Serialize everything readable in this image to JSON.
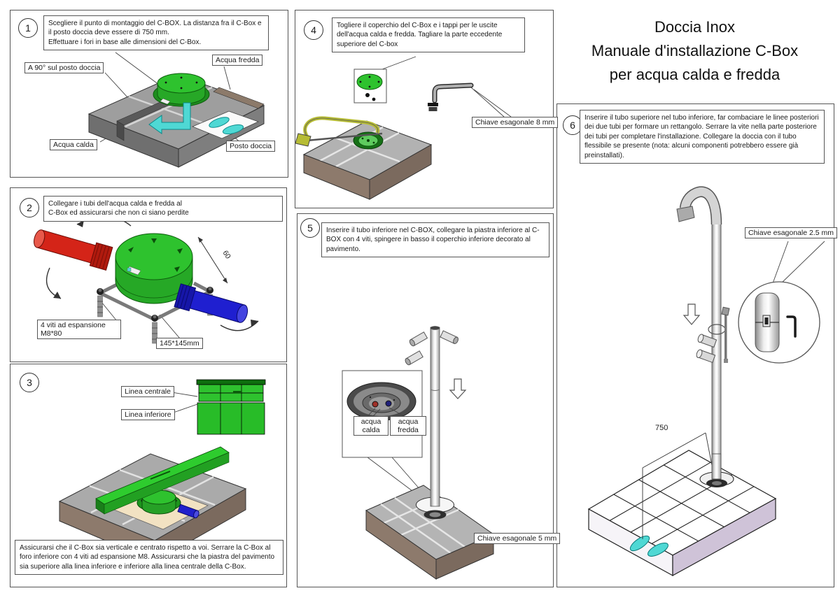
{
  "title": {
    "line1": "Doccia Inox",
    "line2": "Manuale d'installazione C-Box",
    "line3": "per acqua calda e fredda"
  },
  "steps": {
    "step1": {
      "num": "1",
      "text": "Scegliere il punto di montaggio del C-BOX. La distanza fra il C-Box e il posto doccia deve essere di 750 mm.\nEffettuare i fori in base alle dimensioni del C-Box.",
      "label_angle": "A 90° sul posto doccia",
      "label_cold": "Acqua fredda",
      "label_hot": "Acqua calda",
      "label_place": "Posto doccia"
    },
    "step2": {
      "num": "2",
      "text": "Collegare i tubi dell'acqua calda e fredda al\nC-Box ed assicurarsi che non ci siano perdite",
      "label_screws": "4 viti ad espansione\nM8*80",
      "label_size": "145*145mm",
      "dim_60": "60"
    },
    "step3": {
      "num": "3",
      "label_central": "Linea centrale",
      "label_lower": "Linea inferiore",
      "text": "Assicurarsi che il C-Box sia verticale e centrato rispetto a voi. Serrare la C-Box al foro inferiore con 4 viti ad espansione M8. Assicurarsi che la piastra del pavimento sia superiore alla linea inferiore e inferiore alla linea centrale della C-Box."
    },
    "step4": {
      "num": "4",
      "text": "Togliere il coperchio del C-Box e i tappi per le uscite\ndell'acqua calda e fredda. Tagliare la parte eccedente\nsuperiore del C-box",
      "label_key": "Chiave esagonale 8 mm"
    },
    "step5": {
      "num": "5",
      "text": "Inserire il tubo inferiore nel C-BOX, collegare la piastra inferiore al C-BOX con 4 viti, spingere in basso il coperchio inferiore decorato al pavimento.",
      "label_hot": "acqua\ncalda",
      "label_cold": "acqua\nfredda",
      "label_key": "Chiave esagonale 5 mm"
    },
    "step6": {
      "num": "6",
      "text": "Inserire il tubo superiore nel tubo inferiore, far combaciare le linee posteriori dei due tubi per formare un rettangolo. Serrare la vite nella parte posteriore dei tubi per completare l'installazione. Collegare la doccia con il tubo flessibile se presente (nota: alcuni componenti potrebbero essere già preinstallati).",
      "label_key": "Chiave esagonale 2.5 mm",
      "dim_750": "750"
    }
  },
  "colors": {
    "cbox_green": "#2ec22e",
    "cbox_green_dark": "#1c8c1c",
    "hot_red": "#d42418",
    "cold_blue": "#1f1fd0",
    "water_cyan": "#4fd8d4",
    "slab_gray": "#9e9e9e",
    "floor_tan": "#f2e2c2",
    "saw_yellow": "#b6bc34",
    "platform_lavender": "#cfc3d8",
    "line_black": "#222222"
  }
}
